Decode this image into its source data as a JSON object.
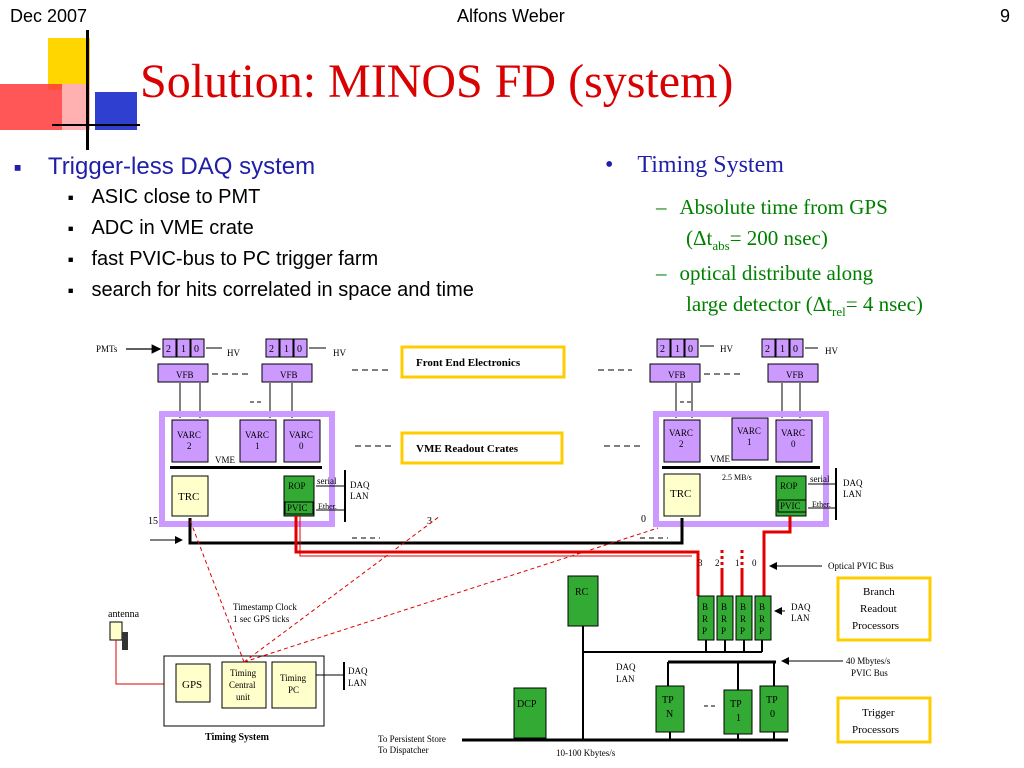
{
  "header": {
    "date": "Dec 2007",
    "author": "Alfons Weber",
    "page": "9"
  },
  "title": "Solution: MINOS FD (system)",
  "left_bullets": {
    "main": "Trigger-less DAQ system",
    "subs": [
      "ASIC close to PMT",
      "ADC in VME crate",
      "fast PVIC-bus to PC trigger farm",
      "search for hits correlated in space and time"
    ]
  },
  "right_bullets": {
    "main": "Timing System",
    "sub1_line1": "Absolute time from GPS",
    "sub1_line2_pre": "(Δt",
    "sub1_sub": "abs",
    "sub1_line2_post": "= 200 nsec)",
    "sub2_line1": "optical distribute along",
    "sub2_line2_pre": "large detector (Δt",
    "sub2_sub": "rel",
    "sub2_line2_post": "= 4 nsec)"
  },
  "colors": {
    "title": "#d80000",
    "bullet_blue": "#1f1fa8",
    "sub_green": "#008000",
    "veb": "#cc99ff",
    "crate": "#cc99ff",
    "rop": "#33aa33",
    "trc": "#ffffcc",
    "callout_border": "#ffcc00",
    "signal": "#e00000"
  },
  "diagram": {
    "pmts": "PMTs",
    "hv": "HV",
    "cell_2": "2",
    "cell_1": "1",
    "cell_0": "0",
    "veb": "VFB",
    "front_end": "Front End Electronics",
    "vme_readout": "VME Readout Crates",
    "varc2_a": "VARC",
    "varc2_b": "2",
    "varc1_a": "VARC",
    "varc1_b": "1",
    "varc0_a": "VARC",
    "varc0_b": "0",
    "vme": "VME",
    "trc": "TRC",
    "rop": "ROP",
    "pvic": "PVIC",
    "serial": "serial",
    "ether": "Ether.",
    "daq": "DAQ",
    "lan": "LAN",
    "rate": "2.5 MB/s",
    "n15": "15",
    "n3": "3",
    "n0": "0",
    "port3": "3",
    "port2": "2",
    "port1": "1",
    "port0": "0",
    "optical_pvic": "Optical PVIC Bus",
    "branch_1": "Branch",
    "branch_2": "Readout",
    "branch_3": "Processors",
    "brp_b": "B",
    "brp_r": "R",
    "brp_p": "P",
    "rc": "RC",
    "dcp": "DCP",
    "tpn_a": "TP",
    "tpn_b": "N",
    "tp1_a": "TP",
    "tp1_b": "1",
    "tp0_a": "TP",
    "tp0_b": "0",
    "bus_40_1": "40 Mbytes/s",
    "bus_40_2": "PVIC Bus",
    "trigger_1": "Trigger",
    "trigger_2": "Processors",
    "antenna": "antenna",
    "ts_clock_1": "Timestamp Clock",
    "ts_clock_2": "1 sec GPS ticks",
    "gps": "GPS",
    "tcu_1": "Timing",
    "tcu_2": "Central",
    "tcu_3": "unit",
    "tpc_1": "Timing",
    "tpc_2": "PC",
    "timing_system": "Timing System",
    "persist_1": "To Persistent Store",
    "persist_2": "To Dispatcher",
    "kbytes": "10-100 Kbytes/s"
  }
}
